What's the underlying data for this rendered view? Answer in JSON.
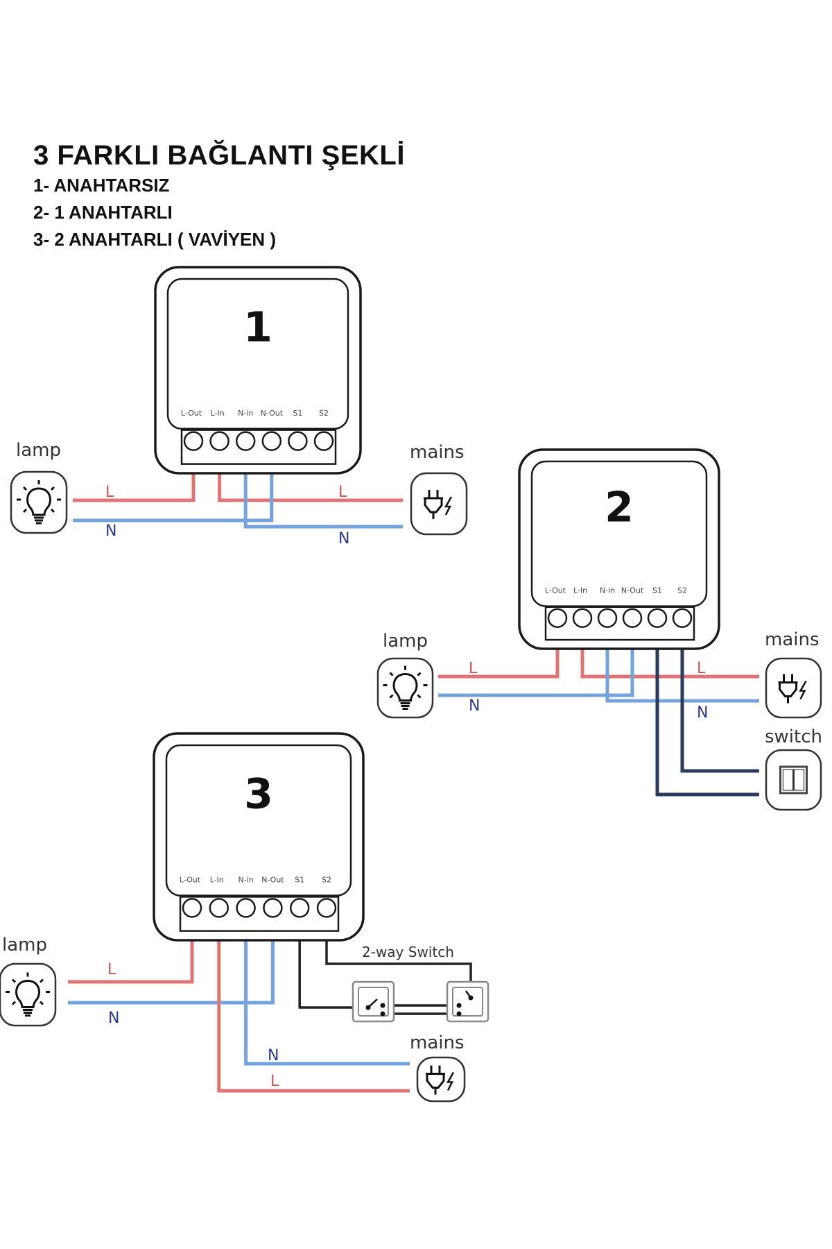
{
  "heading": {
    "title": "3 FARKLI BAĞLANTI ŞEKLİ",
    "items": [
      "1- ANAHTARSIZ",
      "2- 1 ANAHTARLI",
      "3- 2 ANAHTARLI ( VAVİYEN )"
    ]
  },
  "colors": {
    "live": "#e07474",
    "neutral": "#72a3dd",
    "switch_wire_dark": "#2b3b5e",
    "switch_wire_black": "#222222",
    "label_live": "#d2524f",
    "label_neutral": "#283a8e",
    "outline": "#1a1a1a"
  },
  "terminals": [
    "L-Out",
    "L-In",
    "N-in",
    "N-Out",
    "S1",
    "S2"
  ],
  "diagrams": [
    {
      "number": "1",
      "lamp_label": "lamp",
      "mains_label": "mains",
      "wire_labels": {
        "lamp_live": "L",
        "lamp_neutral": "N",
        "mains_live": "L",
        "mains_neutral": "N"
      }
    },
    {
      "number": "2",
      "lamp_label": "lamp",
      "mains_label": "mains",
      "switch_label": "switch",
      "wire_labels": {
        "lamp_live": "L",
        "lamp_neutral": "N",
        "mains_live": "L",
        "mains_neutral": "N"
      }
    },
    {
      "number": "3",
      "lamp_label": "lamp",
      "mains_label": "mains",
      "switch_label": "2-way Switch",
      "wire_labels": {
        "lamp_live": "L",
        "lamp_neutral": "N",
        "mains_live": "L",
        "mains_neutral": "N"
      }
    }
  ],
  "icons": {
    "lamp": "lightbulb-icon",
    "mains": "power-plug-icon",
    "switch": "wall-switch-icon",
    "two_way": "two-way-switch-icon"
  }
}
